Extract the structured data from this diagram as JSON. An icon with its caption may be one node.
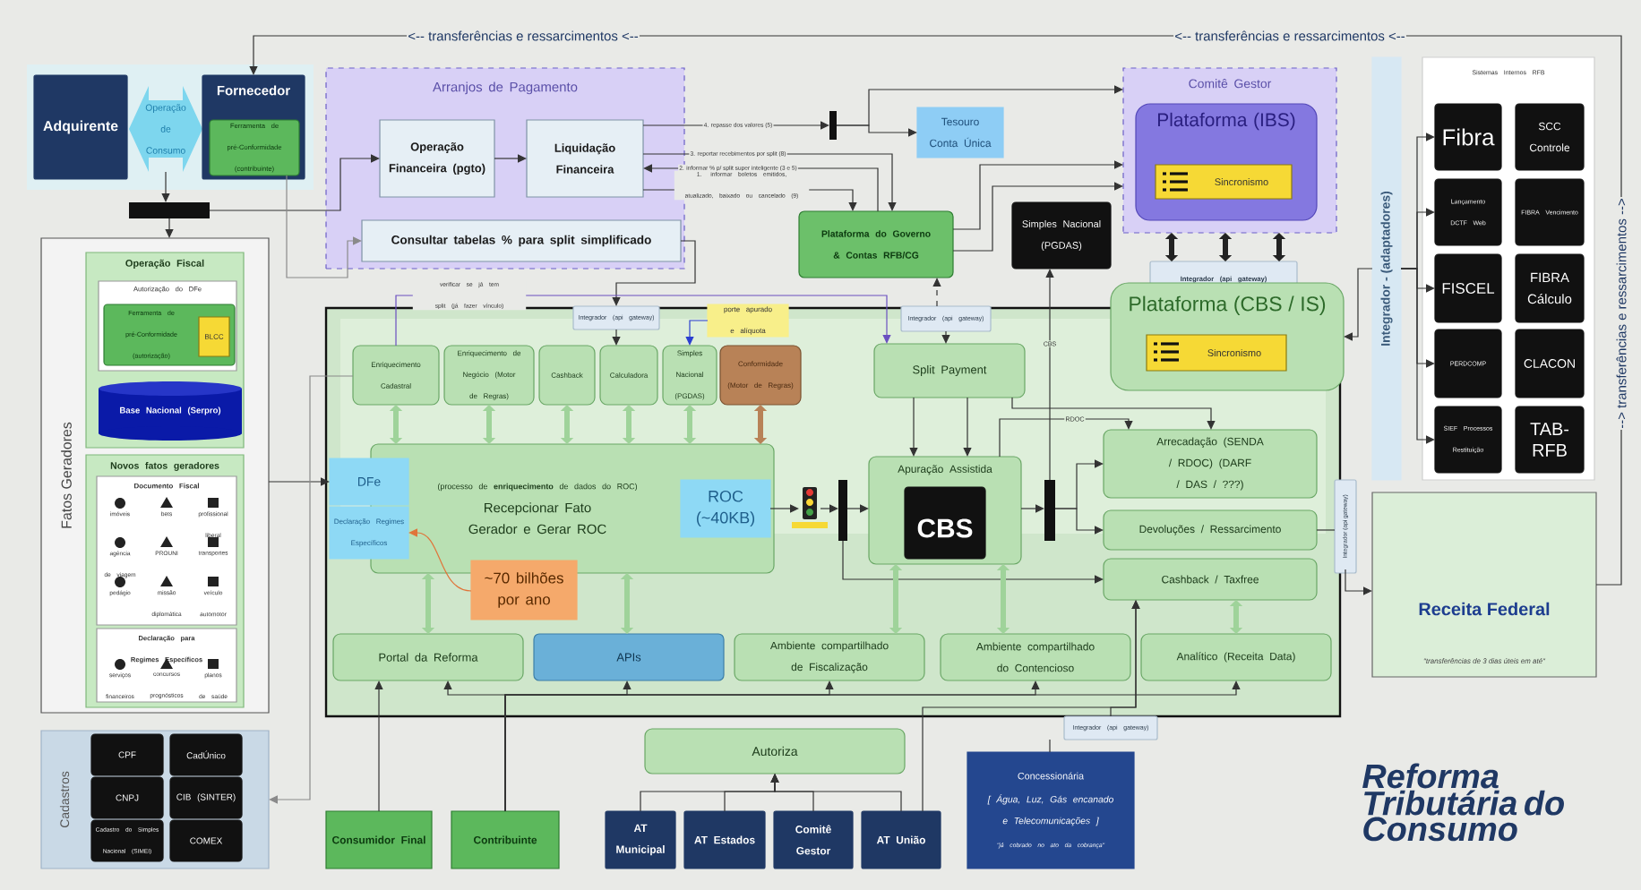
{
  "diagram": {
    "title": "Reforma Tributária do Consumo",
    "nodes": [
      {
        "text": [
          "Adquirente"
        ]
      },
      {
        "text": [
          "Operação de Consumo"
        ]
      },
      {
        "text": [
          "Fornecedor"
        ]
      },
      {
        "text": [
          "Ferramenta de pré-Conformidade (contribuinte)"
        ],
        "in": 2
      },
      {
        "text": [],
        "shape": "bar"
      },
      {
        "text": [
          "Arranjos de Pagamento"
        ]
      },
      {
        "text": [
          "Operação Financeira (pgto)"
        ],
        "in": 5
      },
      {
        "text": [
          "Liquidação Financeira"
        ],
        "in": 5
      },
      {
        "text": [
          "Consultar tabelas % para split simplificado"
        ],
        "in": 5
      },
      {
        "text": [],
        "shape": "bar"
      },
      {
        "text": [
          "Tesouro Conta Única"
        ]
      },
      {
        "text": [
          "Comitê Gestor"
        ]
      },
      {
        "text": [
          "Plataforma (IBS)"
        ],
        "in": 11
      },
      {
        "text": [
          "Sincronismo"
        ],
        "in": 12
      },
      {
        "text": [
          "Plataforma do Governo & Contas RFB/CG"
        ]
      },
      {
        "text": [
          "Simples Nacional (PGDAS)"
        ]
      },
      {
        "text": [
          "Integrador (api gateway)"
        ]
      },
      {
        "text": [
          "Plataforma (CBS / IS)"
        ]
      },
      {
        "text": [
          "Sincronismo"
        ],
        "in": 17
      },
      {
        "text": [
          "Integrador - (adaptadores)"
        ]
      },
      {
        "text": [
          "Sistemas Internos RFB"
        ]
      },
      {
        "text": [
          "Fibra"
        ],
        "in": 20
      },
      {
        "text": [
          "SCC Controle"
        ],
        "in": 20
      },
      {
        "text": [
          "Lançamento DCTF Web"
        ],
        "in": 20
      },
      {
        "text": [
          "FIBRA Vencimento"
        ],
        "in": 20
      },
      {
        "text": [
          "FISCEL"
        ],
        "in": 20
      },
      {
        "text": [
          "FIBRA Cálculo"
        ],
        "in": 20
      },
      {
        "text": [
          "PERDCOMP"
        ],
        "in": 20
      },
      {
        "text": [
          "CLACON"
        ],
        "in": 20
      },
      {
        "text": [
          "SIEF Processos Restituição"
        ],
        "in": 20
      },
      {
        "text": [
          "TAB-RFB"
        ],
        "in": 20
      },
      {
        "text": [
          "Receita Federal",
          "\"transferências de 3 dias úteis em até\""
        ]
      },
      {
        "text": [
          "Fatos Geradores"
        ]
      },
      {
        "text": [
          "Operação Fiscal"
        ],
        "in": 32
      },
      {
        "text": [
          "Autorização do DFe"
        ],
        "in": 33
      },
      {
        "text": [
          "Ferramenta de pré-Conformidade (autorização)"
        ],
        "in": 34
      },
      {
        "text": [
          "BLCC"
        ],
        "in": 35
      },
      {
        "text": [
          "Base Nacional (Serpro)"
        ],
        "in": 33
      },
      {
        "text": [
          "Novos fatos geradores"
        ],
        "in": 32
      },
      {
        "text": [
          "Documento Fiscal",
          "imóveis",
          "bets",
          "profissional liberal",
          "agência de viagem",
          "PROUNI",
          "transportes",
          "pedágio",
          "missão diplomática",
          "veículo automotor"
        ],
        "in": 38
      },
      {
        "text": [
          "Declaração para Regimes Específicos",
          "serviços financeiros",
          "concursos prognósticos",
          "planos de saúde"
        ],
        "in": 38
      },
      {
        "text": [
          "Cadastros"
        ]
      },
      {
        "text": [
          "CPF"
        ],
        "in": 41
      },
      {
        "text": [
          "CadÚnico"
        ],
        "in": 41
      },
      {
        "text": [
          "CNPJ"
        ],
        "in": 41
      },
      {
        "text": [
          "CIB (SINTER)"
        ],
        "in": 41
      },
      {
        "text": [
          "Cadastro do Simples Nacional (SIMEI)"
        ],
        "in": 41
      },
      {
        "text": [
          "COMEX"
        ],
        "in": 41
      },
      {
        "text": [
          "Integrador (api gateway)"
        ]
      },
      {
        "text": [
          "porte apurado e alíquota"
        ]
      },
      {
        "text": [
          "Enriquecimento Cadastral"
        ]
      },
      {
        "text": [
          "Enriquecimento de Negócio (Motor de Regras)"
        ]
      },
      {
        "text": [
          "Cashback"
        ]
      },
      {
        "text": [
          "Calculadora"
        ]
      },
      {
        "text": [
          "Simples Nacional (PGDAS)"
        ]
      },
      {
        "text": [
          "Conformidade (Motor de Regras)"
        ]
      },
      {
        "text": [
          "(processo de **enriquecimento** de dados do ROC)",
          "Recepcionar Fato Gerador e Gerar ROC"
        ]
      },
      {
        "text": [
          "DFe"
        ]
      },
      {
        "text": [
          "Declaração Regimes Específicos"
        ]
      },
      {
        "text": [
          "ROC (~40KB)"
        ],
        "in": 56
      },
      {
        "text": [
          "~70 bilhões por ano"
        ]
      },
      {
        "text": [],
        "shape": "picture"
      },
      {
        "text": [],
        "shape": "bar"
      },
      {
        "text": [
          "Apuração Assistida"
        ]
      },
      {
        "text": [
          "CBS"
        ],
        "in": 63
      },
      {
        "text": [],
        "shape": "bar"
      },
      {
        "text": [
          "Integrador (api gateway)"
        ]
      },
      {
        "text": [
          "Split Payment"
        ]
      },
      {
        "text": [
          "Arrecadação (SENDA / RDOC) (DARF / DAS / ???)"
        ]
      },
      {
        "text": [
          "Devoluções / Ressarcimento"
        ]
      },
      {
        "text": [
          "Cashback / Taxfree"
        ]
      },
      {
        "text": [
          "Integrador (api gateway)"
        ]
      },
      {
        "text": [
          "Portal da Reforma"
        ]
      },
      {
        "text": [
          "APIs"
        ]
      },
      {
        "text": [
          "Ambiente compartilhado de Fiscalização"
        ]
      },
      {
        "text": [
          "Ambiente compartilhado do Contencioso"
        ]
      },
      {
        "text": [
          "Analítico (Receita Data)"
        ]
      },
      {
        "text": [
          "Autoriza"
        ]
      },
      {
        "text": [
          "Consumidor Final"
        ]
      },
      {
        "text": [
          "Contribuinte"
        ]
      },
      {
        "text": [
          "AT Municipal"
        ]
      },
      {
        "text": [
          "AT Estados"
        ]
      },
      {
        "text": [
          "Comitê Gestor"
        ]
      },
      {
        "text": [
          "AT União"
        ]
      },
      {
        "text": [
          "Integrador (api gateway)"
        ]
      },
      {
        "text": [
          "Concessionária",
          "[ Água, Luz, Gás encanado e Telecomunicações ]",
          "\"já cobrado no ato da cobrança\""
        ]
      }
    ],
    "edges": [
      {
        "from": 31,
        "to": 2,
        "arrow": "to",
        "label": "<-- transferências e ressarcimentos <--"
      },
      {
        "from": 1,
        "to": 4,
        "arrow": "to"
      },
      {
        "from": 4,
        "to": 32,
        "arrow": "to"
      },
      {
        "from": 4,
        "to": 6,
        "arrow": "to"
      },
      {
        "from": 6,
        "to": 7,
        "arrow": "to"
      },
      {
        "from": 7,
        "to": 9,
        "arrow": "to",
        "label": "4. repasse dos valores (5)"
      },
      {
        "from": 9,
        "to": 11,
        "arrow": "to"
      },
      {
        "from": 9,
        "to": 10,
        "arrow": "to"
      },
      {
        "from": 7,
        "to": 14,
        "arrow": "to",
        "label": "3. reportar recebimentos por split (8)"
      },
      {
        "from": 14,
        "to": 7,
        "arrow": "to",
        "label": "2. informar % p/ split super inteligente (3 e 5)"
      },
      {
        "from": 7,
        "to": 14,
        "arrow": "to",
        "label": "1. informar boletos emitidos, atualizado, baixado ou cancelado (9)"
      },
      {
        "from": 14,
        "to": 11,
        "arrow": "to"
      },
      {
        "from": 14,
        "to": 11,
        "arrow": "to"
      },
      {
        "from": 66,
        "to": 14,
        "arrow": "to",
        "style": "dashed"
      },
      {
        "from": 66,
        "to": 67,
        "arrow": "to"
      },
      {
        "from": 8,
        "to": 48,
        "arrow": "to"
      },
      {
        "from": 48,
        "to": 53,
        "arrow": "to"
      },
      {
        "from": 49,
        "to": 54,
        "arrow": "to",
        "color": "#2b3fd0"
      },
      {
        "from": 50,
        "to": 67,
        "arrow": "to",
        "color": "#6a4fc0",
        "label": "verificar se já tem split (já fazer vínculo)"
      },
      {
        "from": 3,
        "to": 8,
        "arrow": "to",
        "color": "#8a8a8a"
      },
      {
        "from": 32,
        "to": 57,
        "arrow": "to"
      },
      {
        "from": 60,
        "to": 58,
        "arrow": "to",
        "color": "#e0743a"
      },
      {
        "from": 50,
        "to": 56,
        "arrow": "both",
        "style": "thick",
        "color": "#9fd39a"
      },
      {
        "from": 51,
        "to": 56,
        "arrow": "both",
        "style": "thick",
        "color": "#9fd39a"
      },
      {
        "from": 52,
        "to": 56,
        "arrow": "both",
        "style": "thick",
        "color": "#9fd39a"
      },
      {
        "from": 53,
        "to": 56,
        "arrow": "both",
        "style": "thick",
        "color": "#9fd39a"
      },
      {
        "from": 54,
        "to": 56,
        "arrow": "both",
        "style": "thick",
        "color": "#9fd39a"
      },
      {
        "from": 55,
        "to": 56,
        "arrow": "both",
        "style": "thick",
        "color": "#b88257"
      },
      {
        "from": 59,
        "to": 61,
        "arrow": "to"
      },
      {
        "from": 61,
        "to": 62,
        "arrow": "to"
      },
      {
        "from": 62,
        "to": 63,
        "arrow": "to"
      },
      {
        "from": 63,
        "to": 65,
        "arrow": "to"
      },
      {
        "from": 65,
        "to": 68,
        "arrow": "to"
      },
      {
        "from": 65,
        "to": 69,
        "arrow": "to"
      },
      {
        "from": 62,
        "to": 70,
        "arrow": "to"
      },
      {
        "from": 67,
        "to": 63,
        "arrow": "to"
      },
      {
        "from": 67,
        "to": 63,
        "arrow": "to"
      },
      {
        "from": 67,
        "to": 68,
        "arrow": "to"
      },
      {
        "from": 63,
        "to": 68,
        "arrow": "to",
        "label": "RDOC"
      },
      {
        "from": 65,
        "to": 15,
        "arrow": "to",
        "label": "CBS"
      },
      {
        "from": 16,
        "to": 11,
        "arrow": "both",
        "style": "thick",
        "color": "#222222"
      },
      {
        "from": 16,
        "to": 11,
        "arrow": "both",
        "style": "thick",
        "color": "#222222"
      },
      {
        "from": 16,
        "to": 11,
        "arrow": "both",
        "style": "thick",
        "color": "#222222"
      },
      {
        "from": 19,
        "to": 17,
        "arrow": "to"
      },
      {
        "from": 19,
        "to": 21,
        "arrow": "to"
      },
      {
        "from": 19,
        "to": 23,
        "arrow": "to"
      },
      {
        "from": 19,
        "to": 25,
        "arrow": "to"
      },
      {
        "from": 19,
        "to": 27,
        "arrow": "to"
      },
      {
        "from": 19,
        "to": 29,
        "arrow": "to"
      },
      {
        "from": 69,
        "to": 71,
        "arrow": "none"
      },
      {
        "from": 71,
        "to": 31,
        "arrow": "to"
      },
      {
        "from": 56,
        "to": 72,
        "arrow": "both",
        "style": "thick",
        "color": "#9fd39a"
      },
      {
        "from": 56,
        "to": 73,
        "arrow": "both",
        "style": "thick",
        "color": "#9fd39a"
      },
      {
        "from": 63,
        "to": 74,
        "arrow": "both",
        "style": "thick",
        "color": "#9fd39a"
      },
      {
        "from": 63,
        "to": 75,
        "arrow": "both",
        "style": "thick",
        "color": "#9fd39a"
      },
      {
        "from": 70,
        "to": 76,
        "arrow": "both",
        "style": "thick",
        "color": "#9fd39a"
      },
      {
        "from": 78,
        "to": 72,
        "arrow": "to"
      },
      {
        "from": 79,
        "to": 72,
        "arrow": "to"
      },
      {
        "from": 79,
        "to": 73,
        "arrow": "to"
      },
      {
        "from": 79,
        "to": 74,
        "arrow": "to"
      },
      {
        "from": 79,
        "to": 75,
        "arrow": "to"
      },
      {
        "from": 79,
        "to": 76,
        "arrow": "to"
      },
      {
        "from": 83,
        "to": 70,
        "arrow": "to"
      },
      {
        "from": 80,
        "to": 77,
        "arrow": "to"
      },
      {
        "from": 81,
        "to": 77,
        "arrow": "to"
      },
      {
        "from": 82,
        "to": 77,
        "arrow": "to"
      },
      {
        "from": 83,
        "to": 77,
        "arrow": "to"
      },
      {
        "from": 85,
        "to": 84,
        "arrow": "none"
      },
      {
        "from": 84,
        "to": 70,
        "arrow": "to"
      },
      {
        "from": 50,
        "to": 41,
        "arrow": "to",
        "color": "#8a8a8a"
      }
    ],
    "labels": [
      "<-- transferências e ressarcimentos <--",
      "--> transferências e ressarcimentos -->"
    ]
  }
}
